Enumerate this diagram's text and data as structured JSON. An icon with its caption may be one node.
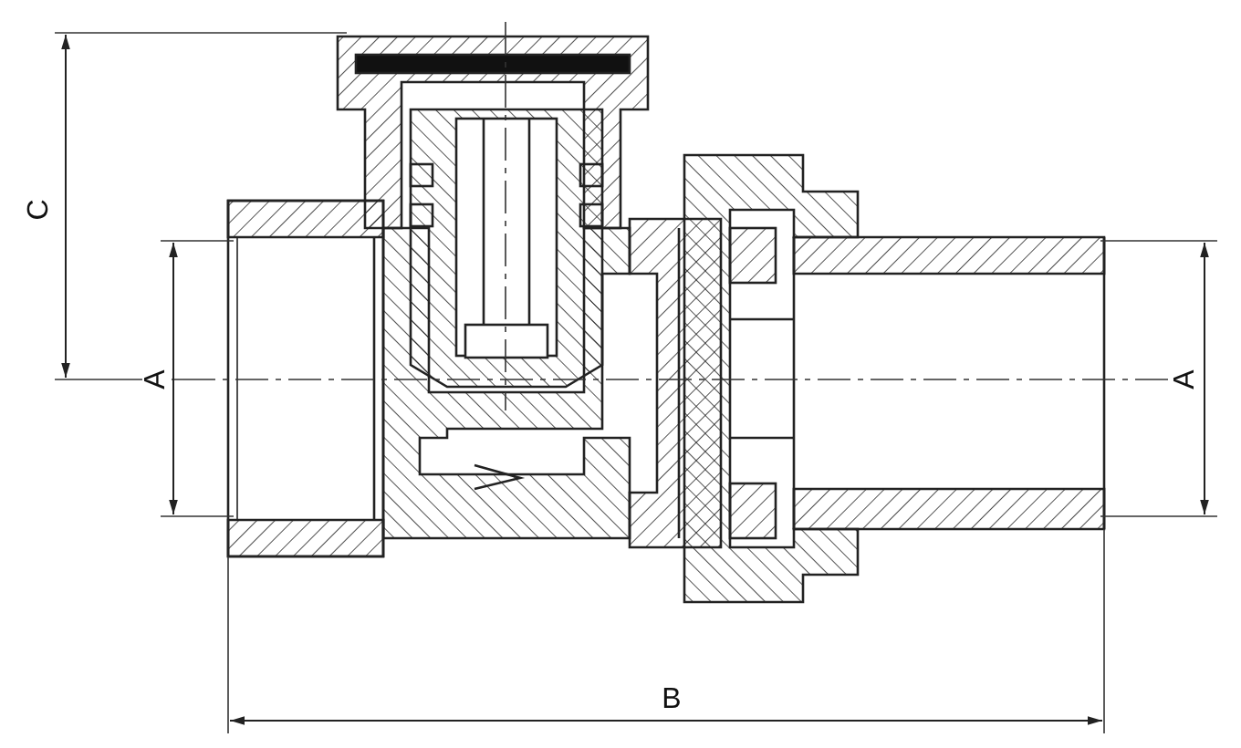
{
  "diagram": {
    "labels": [
      "C",
      "A",
      "A",
      "B"
    ]
  }
}
